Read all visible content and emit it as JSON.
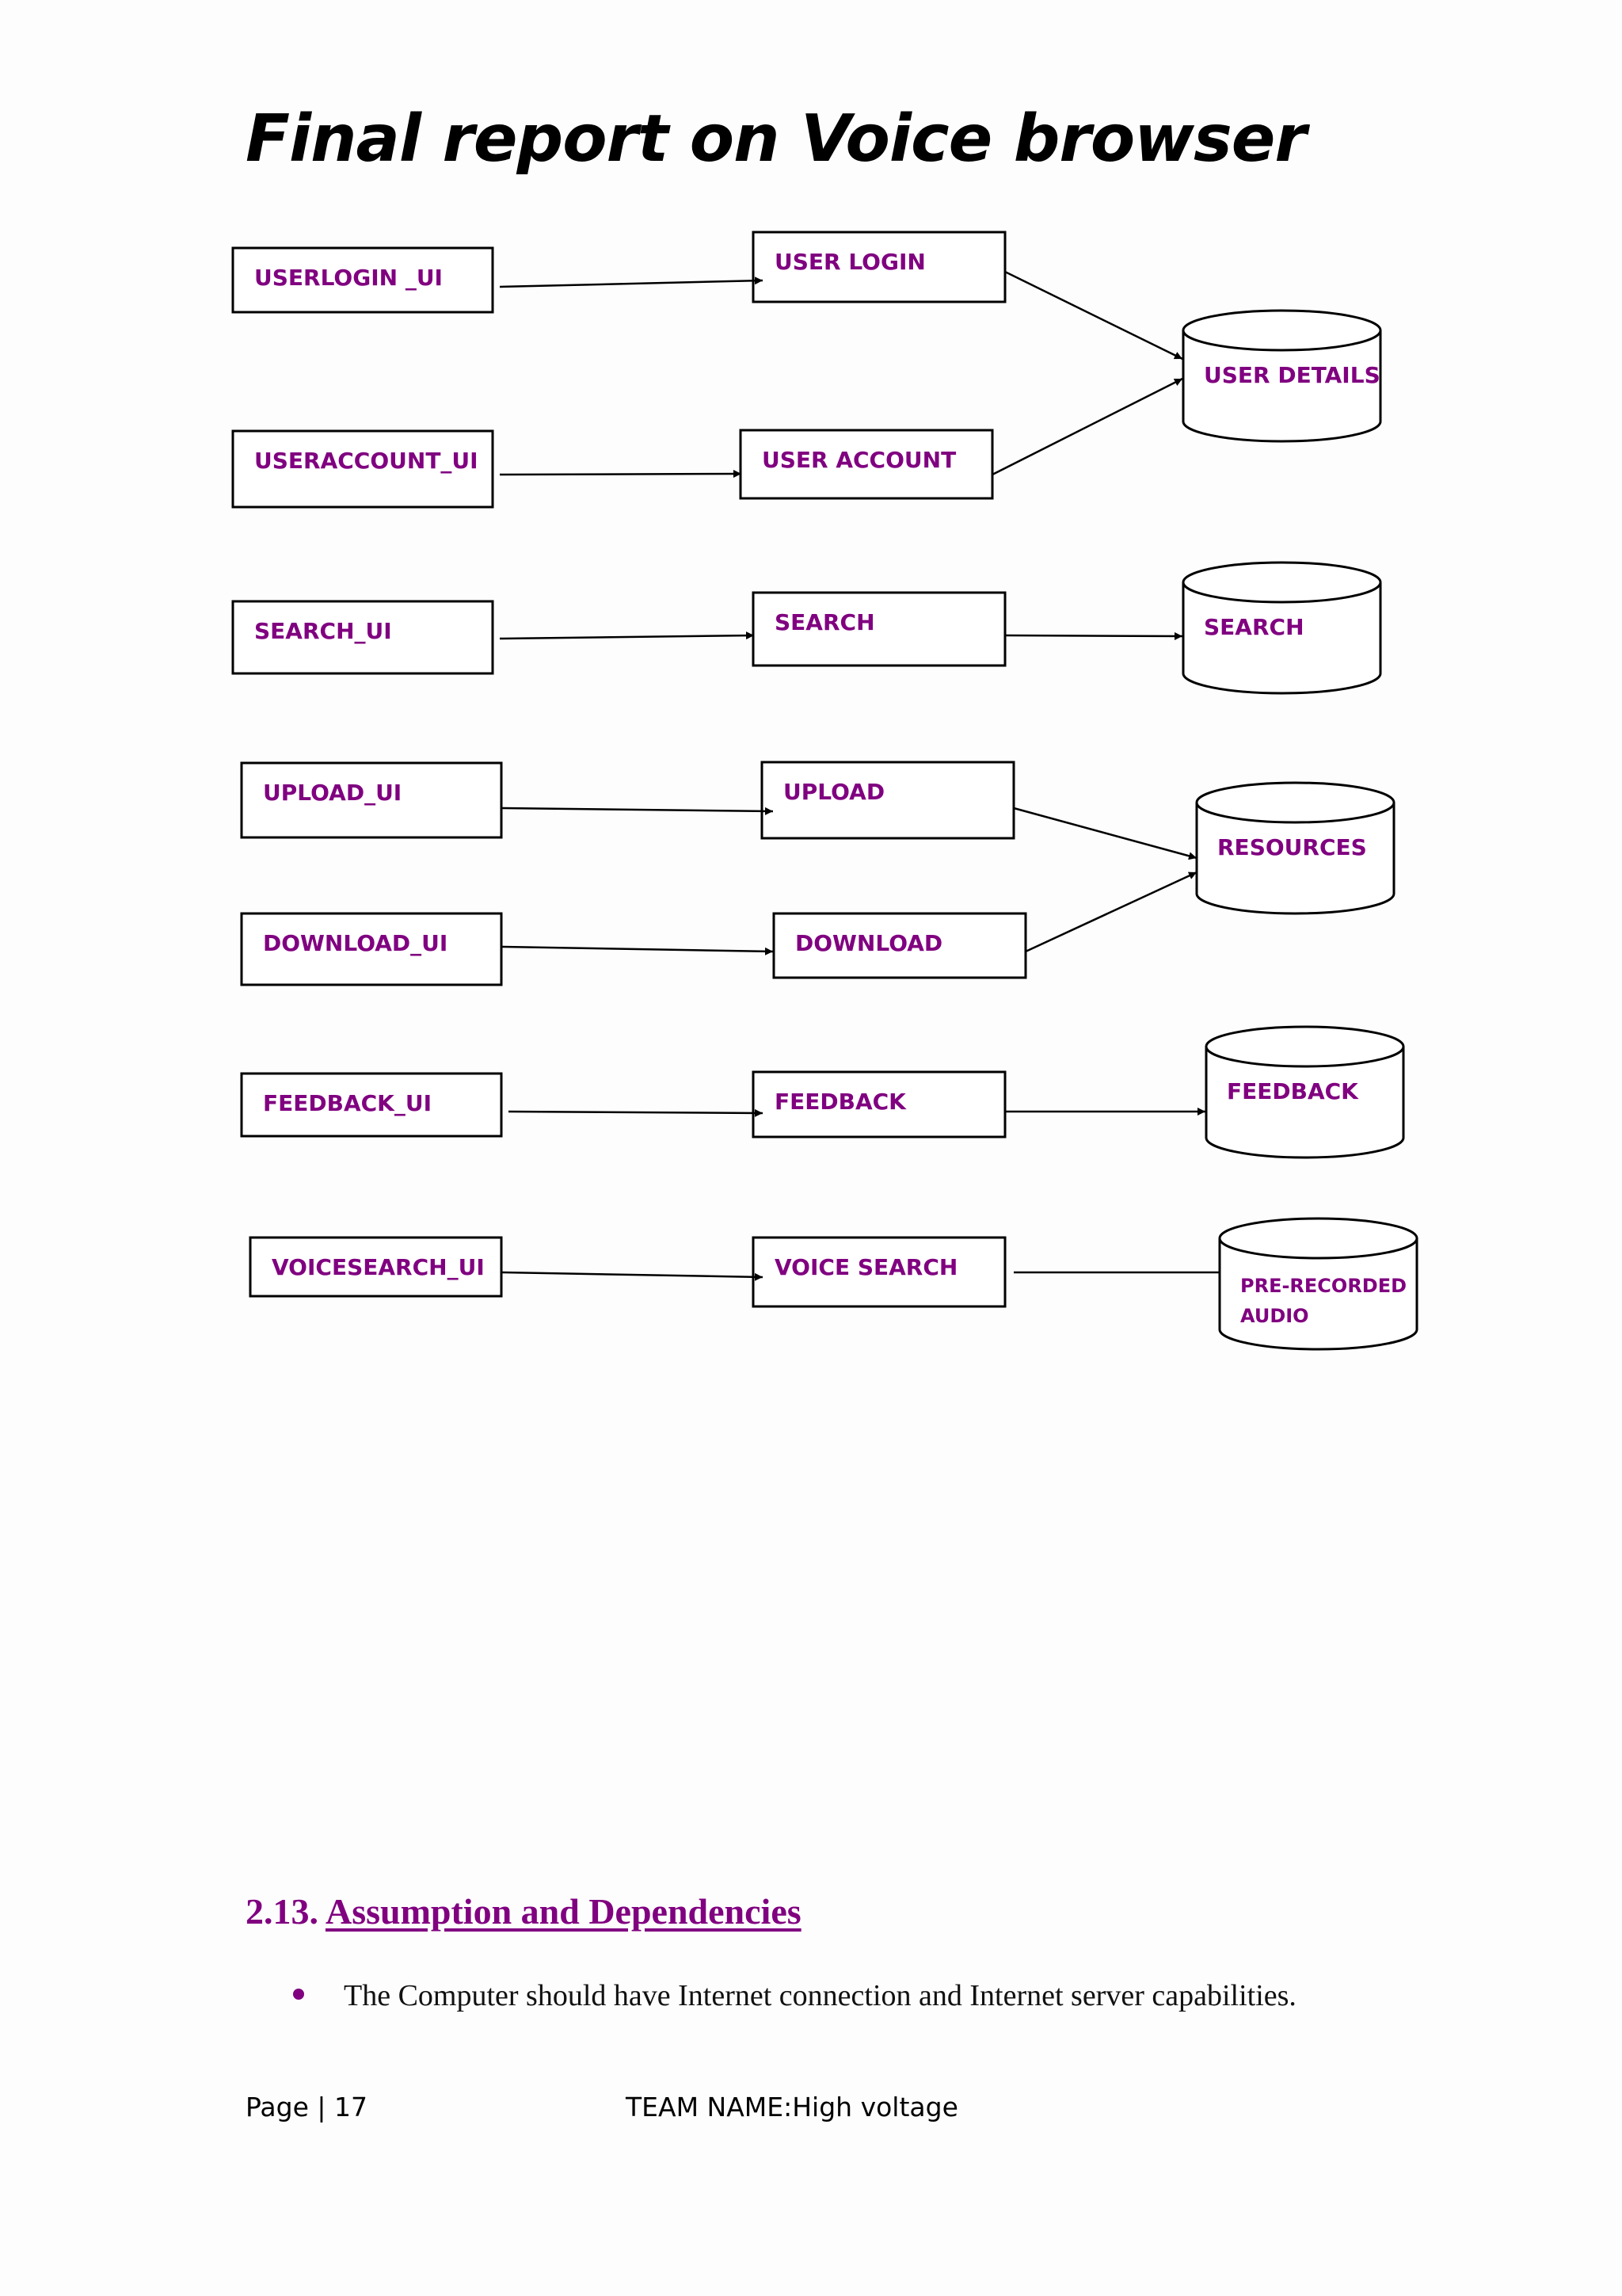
{
  "header": {
    "title": "Final report on Voice browser"
  },
  "diagram": {
    "ui_boxes": [
      "USERLOGIN _UI",
      "USERACCOUNT_UI",
      "SEARCH_UI",
      "UPLOAD_UI",
      "DOWNLOAD_UI",
      "FEEDBACK_UI",
      "VOICESEARCH_UI"
    ],
    "process_boxes": [
      "USER LOGIN",
      "USER ACCOUNT",
      "SEARCH",
      "UPLOAD",
      "DOWNLOAD",
      "FEEDBACK",
      "VOICE SEARCH"
    ],
    "datastores": [
      {
        "lines": [
          "USER DETAILS"
        ]
      },
      {
        "lines": [
          "SEARCH"
        ]
      },
      {
        "lines": [
          "RESOURCES"
        ]
      },
      {
        "lines": [
          "FEEDBACK"
        ]
      },
      {
        "lines": [
          "PRE-RECORDED",
          "AUDIO"
        ]
      }
    ],
    "colors": {
      "label": "#800080",
      "stroke": "#000000"
    }
  },
  "section": {
    "number": "2.13.",
    "heading": "Assumption and Dependencies",
    "bullets": [
      "The Computer should have Internet connection and Internet server capabilities."
    ]
  },
  "footer": {
    "page_label": "Page | 17",
    "team": "TEAM NAME:High voltage"
  }
}
